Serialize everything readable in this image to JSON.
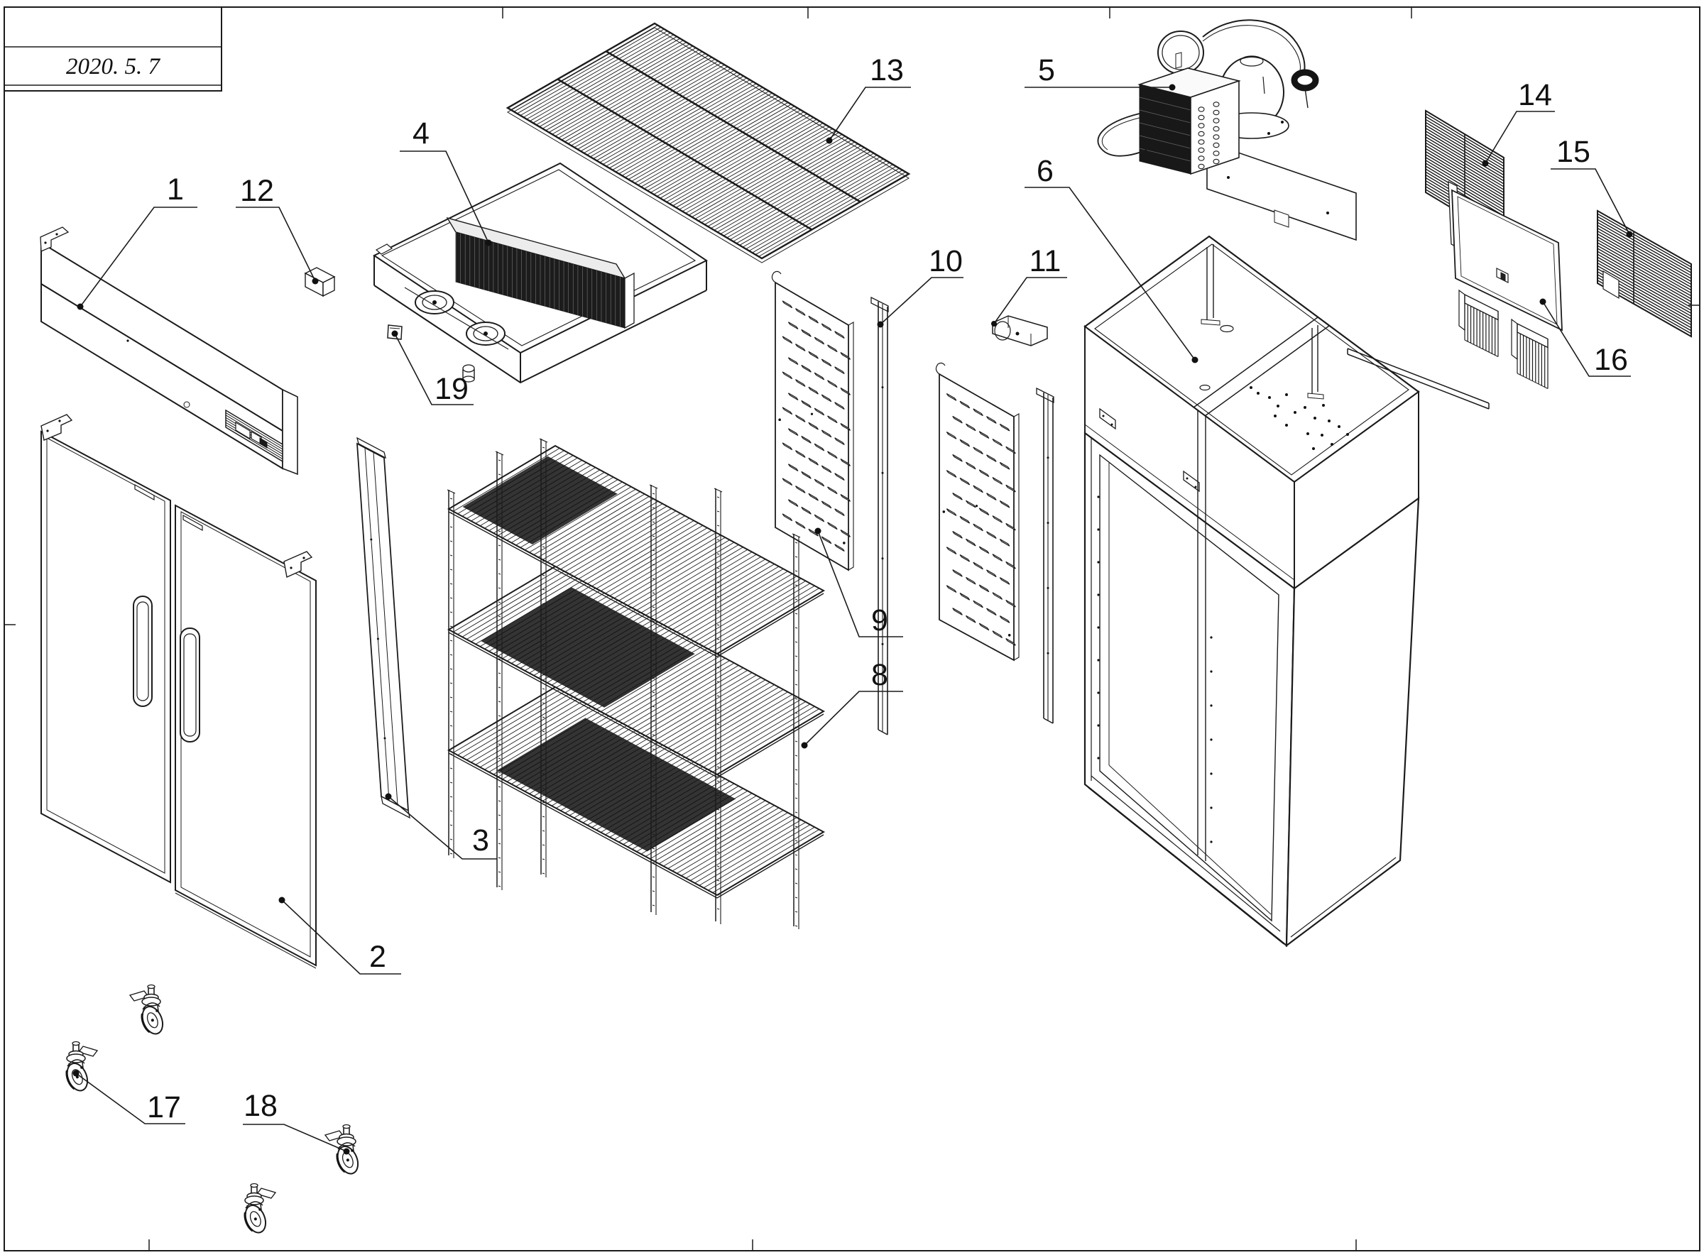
{
  "title_block": {
    "date": "2020. 5. 7"
  },
  "diagram": {
    "type": "exploded-parts-diagram",
    "subject": "two-door upright refrigerator",
    "part_labels": [
      "1",
      "2",
      "3",
      "4",
      "5",
      "6",
      "8",
      "9",
      "10",
      "11",
      "12",
      "13",
      "14",
      "15",
      "16",
      "17",
      "18",
      "19"
    ]
  }
}
